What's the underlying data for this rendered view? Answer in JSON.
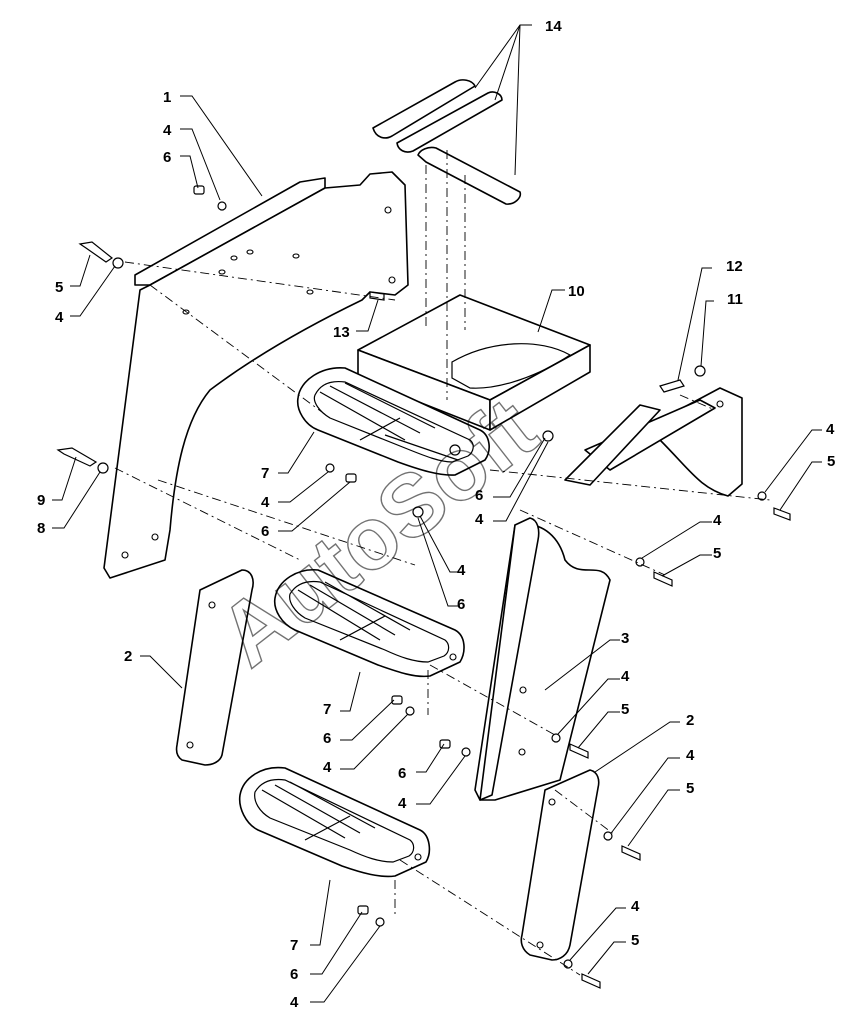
{
  "figure": {
    "callouts": [
      "14",
      "1",
      "4",
      "6",
      "5",
      "4",
      "13",
      "10",
      "12",
      "11",
      "7",
      "4",
      "6",
      "9",
      "8",
      "6",
      "4",
      "4",
      "5",
      "4",
      "6",
      "4",
      "5",
      "2",
      "7",
      "3",
      "4",
      "5",
      "6",
      "4",
      "6",
      "4",
      "2",
      "4",
      "5",
      "7",
      "4",
      "5",
      "6",
      "4"
    ],
    "watermark": "AutoSoft"
  }
}
